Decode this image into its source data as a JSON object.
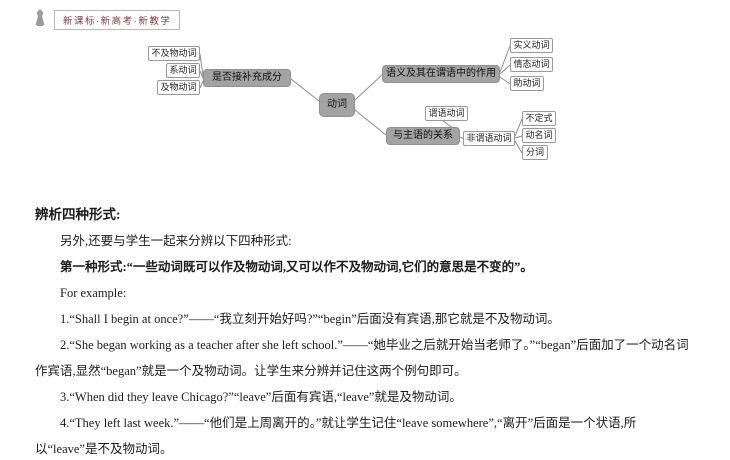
{
  "header": {
    "badge": "新课标·新高考·新教学"
  },
  "mindmap": {
    "root": "动词",
    "complement": {
      "label": "是否接补充成分",
      "leaves": [
        "不及物动词",
        "系动词",
        "及物动词"
      ]
    },
    "semantic": {
      "label": "语义及其在谓语中的作用",
      "leaves": [
        "实义动词",
        "情态动词",
        "助动词"
      ]
    },
    "subject": {
      "label": "与主语的关系",
      "predicate": "谓语动词",
      "non_predicate": "非谓语动词",
      "non_predicate_leaves": [
        "不定式",
        "动名词",
        "分词"
      ]
    }
  },
  "content": {
    "heading": "辨析四种形式:",
    "intro": "另外,还要与学生一起来分辨以下四种形式:",
    "form1": "第一种形式:“一些动词既可以作及物动词,又可以作不及物动词,它们的意思是不变的”。",
    "for_example": "For example:",
    "example1": "1.“Shall I begin at once?”——“我立刻开始好吗?”“begin”后面没有宾语,那它就是不及物动词。",
    "example2": "2.“She began working as a teacher after she left school.”——“她毕业之后就开始当老师了。”“began”后面加了一个动名词作宾语,显然“began”就是一个及物动词。让学生来分辨并记住这两个例句即可。",
    "example3": "3.“When did they leave Chicago?”“leave”后面有宾语,“leave”就是及物动词。",
    "example4": "4.“They left last week.”——“他们是上周离开的。”就让学生记住“leave somewhere”,“离开”后面是一个状语,所以“leave”是不及物动词。"
  }
}
